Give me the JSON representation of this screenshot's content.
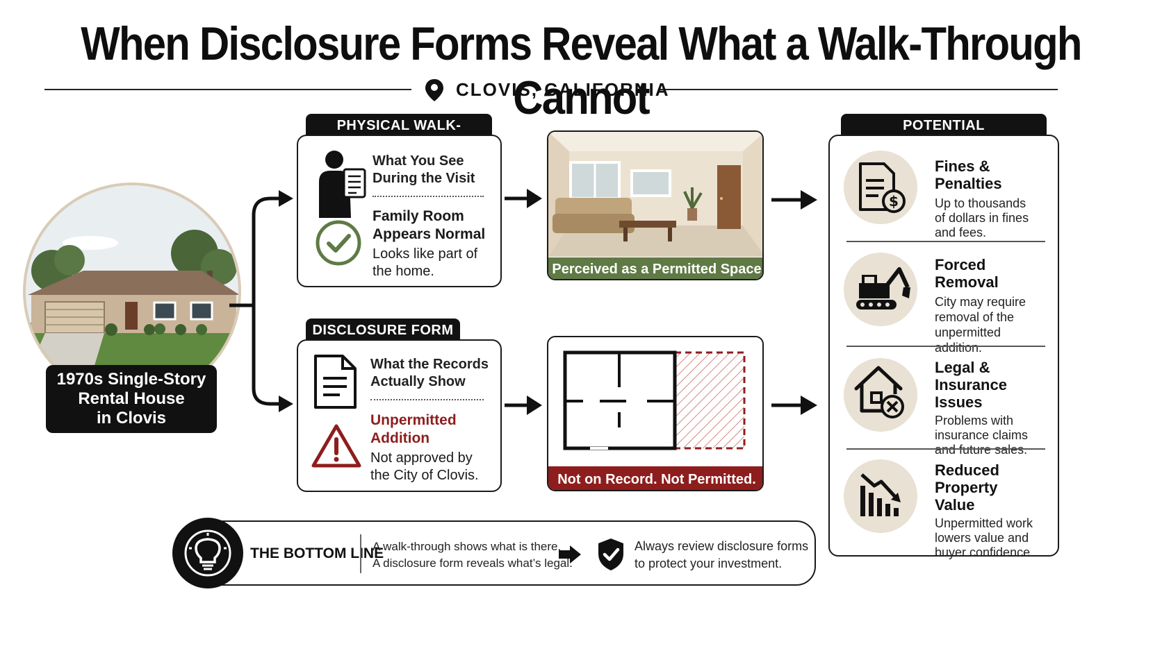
{
  "title": "When Disclosure Forms Reveal What a Walk-Through Cannot",
  "location": "CLOVIS, CALIFORNIA",
  "house": {
    "label_line1": "1970s Single-Story",
    "label_line2": "Rental House",
    "label_line3": "in Clovis"
  },
  "walkthrough": {
    "tab": "PHYSICAL WALK-THROUGH",
    "see_line1": "What You See",
    "see_line2": "During the Visit",
    "head_line1": "Family Room",
    "head_line2": "Appears Normal",
    "desc_line1": "Looks like part of",
    "desc_line2": "the home.",
    "photo_banner": "Perceived as a Permitted Space"
  },
  "disclosure": {
    "tab": "DISCLOSURE FORM",
    "records_line1": "What the Records",
    "records_line2": "Actually Show",
    "head_line1": "Unpermitted",
    "head_line2": "Addition",
    "desc_line1": "Not approved by",
    "desc_line2": "the City of Clovis.",
    "plan_banner": "Not on Record. Not Permitted."
  },
  "consequences": {
    "tab": "POTENTIAL CONSEQUENCES",
    "items": [
      {
        "title_line1": "Fines & Penalties",
        "title_line2": "",
        "desc": [
          "Up to thousands",
          "of dollars in fines",
          "and fees."
        ],
        "icon": "document-dollar-icon"
      },
      {
        "title_line1": "Forced Removal",
        "title_line2": "",
        "desc": [
          "City may require",
          "removal of the",
          "unpermitted",
          "addition."
        ],
        "icon": "excavator-icon"
      },
      {
        "title_line1": "Legal & Insurance",
        "title_line2": "Issues",
        "desc": [
          "Problems with",
          "insurance claims",
          "and future sales."
        ],
        "icon": "house-x-icon"
      },
      {
        "title_line1": "Reduced Property",
        "title_line2": "Value",
        "desc": [
          "Unpermitted work",
          "lowers value and",
          "buyer confidence."
        ],
        "icon": "declining-chart-icon"
      }
    ]
  },
  "bottom_line": {
    "label": "THE BOTTOM LINE",
    "line1": "A walk-through shows what is there.",
    "line2": "A disclosure form reveals what’s legal.",
    "advice_line1": "Always review disclosure forms",
    "advice_line2": "to protect your investment."
  },
  "colors": {
    "green": "#5f7a45",
    "red": "#8e1d1d",
    "dark": "#121212",
    "icon_bg": "#e8e1d4"
  }
}
